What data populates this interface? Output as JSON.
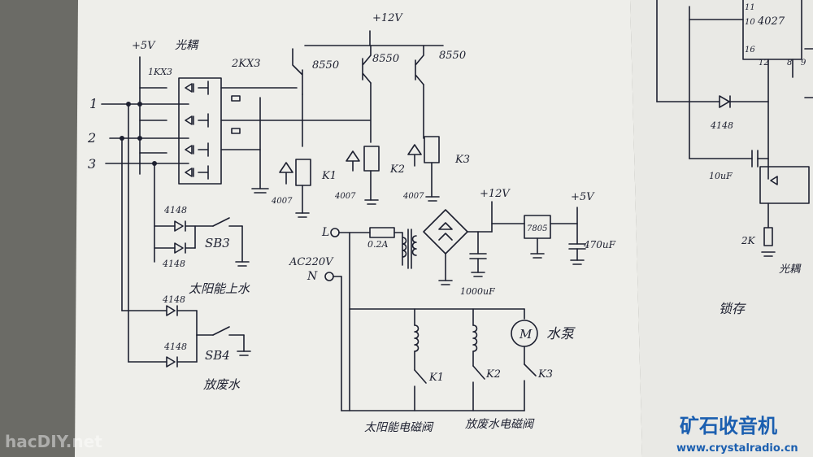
{
  "labels": {
    "p5v_top": "+5V",
    "optocoupler_top": "光耦",
    "r_1kx3": "1KX3",
    "r_2kx3": "2KX3",
    "p12v_top": "+12V",
    "q1": "8550",
    "q2": "8550",
    "q3": "8550",
    "in1": "1",
    "in2": "2",
    "in3": "3",
    "k1": "K1",
    "k2": "K2",
    "k3": "K3",
    "d1": "4007",
    "d2": "4007",
    "d3": "4007",
    "d4": "4148",
    "d5": "4148",
    "d6": "4148",
    "d7": "4148",
    "sb3": "SB3",
    "sb4": "SB4",
    "solar_water": "太阳能上水",
    "drain_water": "放废水",
    "line_l": "L",
    "line_n": "N",
    "ac220": "AC220V",
    "fuse": "0.2A",
    "p12v_psu": "+12V",
    "p5v_psu": "+5V",
    "reg": "7805",
    "cap_main": "1000uF",
    "cap_out": "470uF",
    "motor": "M",
    "pump": "水泵",
    "k1_contact": "K1",
    "k2_contact": "K2",
    "k3_contact": "K3",
    "valve_solar": "太阳能电磁阀",
    "valve_drain": "放废水电磁阀",
    "ic": "4027",
    "pin11": "11",
    "pin10": "10",
    "pin16": "16",
    "pin12": "12",
    "pin8": "8",
    "pin9": "9",
    "d_right": "4148",
    "cap_right": "10uF",
    "r_right": "2K",
    "opto_right": "光耦",
    "latch": "锁存"
  },
  "watermarks": {
    "left": "hacDIY.net",
    "brand": "矿石收音机",
    "url": "www.crystalradio.cn"
  },
  "colors": {
    "paper": "#f1f1ee",
    "ink": "#1d2030",
    "brand": "#1b5fb0",
    "background": "#6b6b66"
  }
}
